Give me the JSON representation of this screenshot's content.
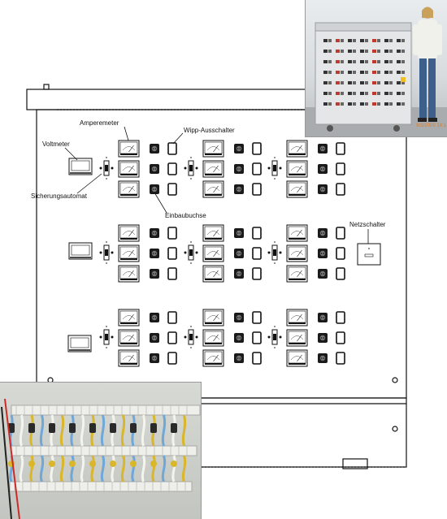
{
  "labels": {
    "amperemeter": "Amperemeter",
    "wipp_ausschalter": "Wipp-Ausschalter",
    "voltmeter": "Voltmeter",
    "sicherungsautomat": "Sicherungsautomat",
    "einbaubuchse": "Einbaubuchse",
    "netzschalter": "Netzschalter"
  },
  "photo_top": {
    "date_stamp": "6/3/2009  14:1"
  },
  "colors": {
    "outline": "#111111",
    "cabinet_photo": "#e4e6e8",
    "cable_yellow": "#d9b62a",
    "cable_blue": "#6fa8d8"
  },
  "icons": [
    "ammeter-icon",
    "voltmeter-icon",
    "rocker-switch-icon",
    "socket-icon",
    "circuit-breaker-icon",
    "mains-switch-icon"
  ]
}
